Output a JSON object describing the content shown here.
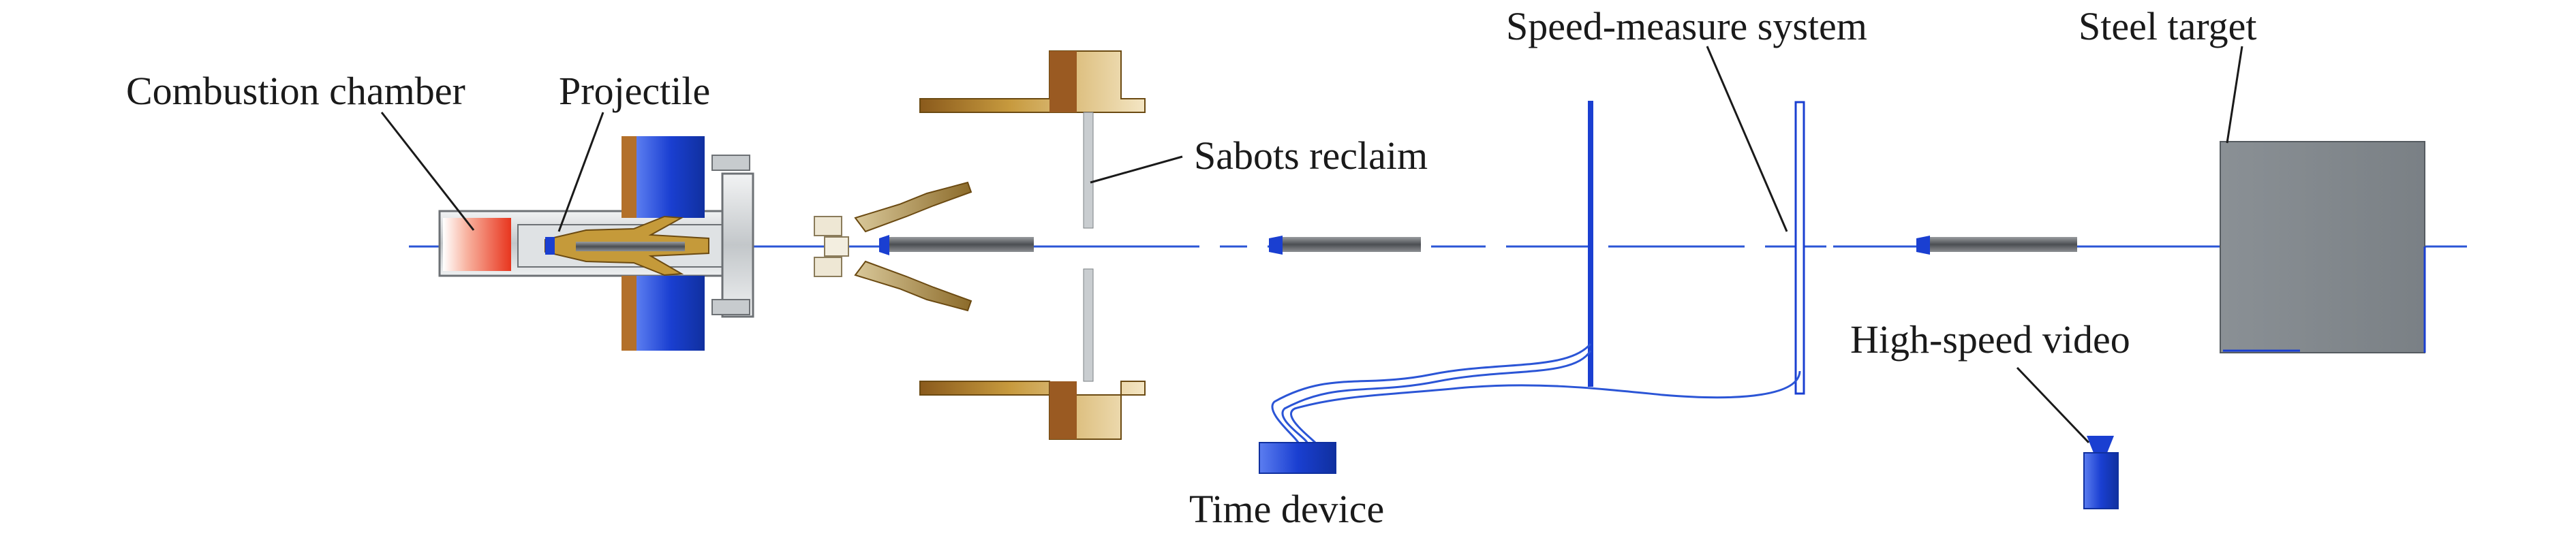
{
  "labels": {
    "combustion_chamber": "Combustion chamber",
    "projectile": "Projectile",
    "sabots_reclaim": "Sabots reclaim",
    "speed_measure_system": "Speed-measure system",
    "steel_target": "Steel target",
    "high_speed_video": "High-speed video",
    "time_device": "Time device"
  },
  "colors": {
    "axis_line": "#2b55d6",
    "blue_part": "#1a3fd1",
    "brass": "#b98a2c",
    "brown": "#9a5a22",
    "steel_gray": "#7f878d",
    "rod_gray": "#55585c",
    "chamber_red": "#f0553a",
    "light_gray": "#cfd3d6"
  },
  "icons": [
    "gun-barrel",
    "projectile",
    "sabot-petal",
    "catcher-plate",
    "light-screen",
    "time-device-box",
    "camera-icon",
    "steel-target-block"
  ]
}
